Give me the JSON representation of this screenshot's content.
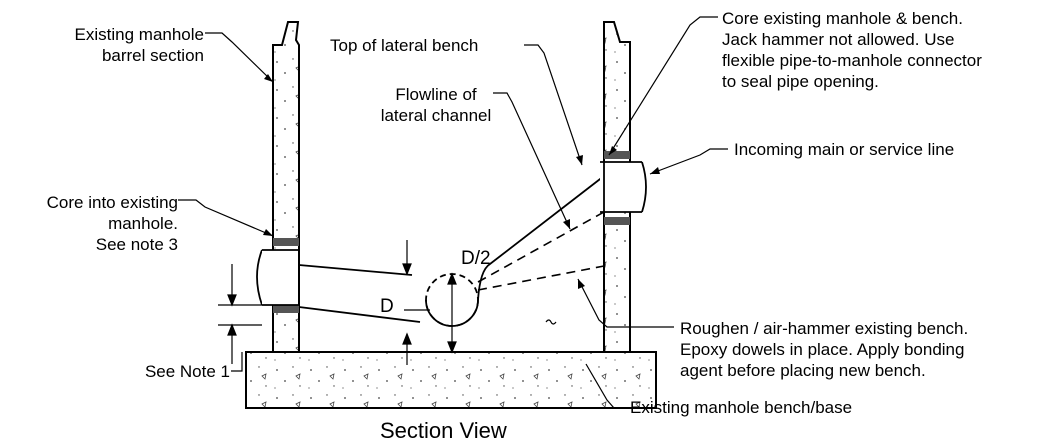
{
  "labels": {
    "barrel": [
      "Existing manhole",
      "barrel section"
    ],
    "lateral_bench": "Top of lateral bench",
    "flowline": [
      "Flowline of",
      "lateral channel"
    ],
    "core_existing_bench": [
      "Core existing manhole & bench.",
      "Jack hammer not allowed. Use",
      "flexible pipe-to-manhole connector",
      "to seal pipe opening."
    ],
    "incoming": "Incoming main or service line",
    "core_into": [
      "Core into existing",
      "manhole.",
      "See note 3"
    ],
    "see_note_1": "See Note 1",
    "roughen": [
      "Roughen / air-hammer existing bench.",
      "Epoxy dowels in place. Apply bonding",
      "agent before placing new bench."
    ],
    "bench_base": "Existing manhole bench/base",
    "dim_d2": "D/2",
    "dim_d": "D",
    "section_title": "Section View"
  }
}
